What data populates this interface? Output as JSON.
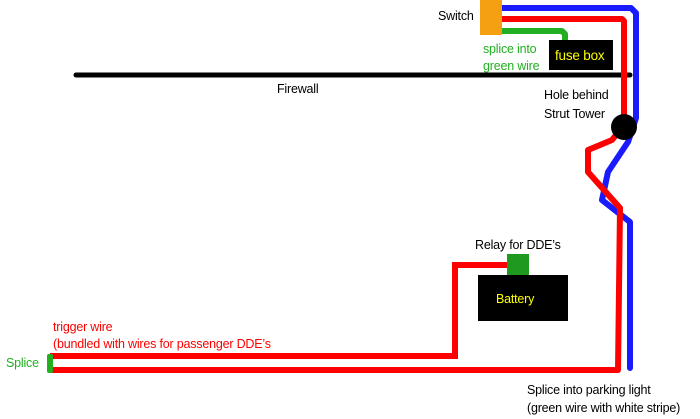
{
  "diagram": {
    "colors": {
      "red_wire": "#ff0000",
      "blue_wire": "#1a1aff",
      "green_wire": "#22b022",
      "firewall": "#000000",
      "switch": "#f5a013",
      "relay": "#1f9a1f",
      "box_fill": "#000000",
      "box_text": "#ffff00"
    },
    "labels": {
      "switch": "Switch",
      "splice_green_line1": "splice into",
      "splice_green_line2": "green wire",
      "fuse_box": "fuse box",
      "firewall": "Firewall",
      "hole_line1": "Hole behind",
      "hole_line2": "Strut Tower",
      "relay": "Relay for DDE’s",
      "battery": "Battery",
      "trigger_line1": "trigger wire",
      "trigger_line2": "(bundled with wires for passenger DDE’s",
      "splice": "Splice",
      "parking_line1": "Splice into parking light",
      "parking_line2": "(green wire with white stripe)"
    }
  }
}
